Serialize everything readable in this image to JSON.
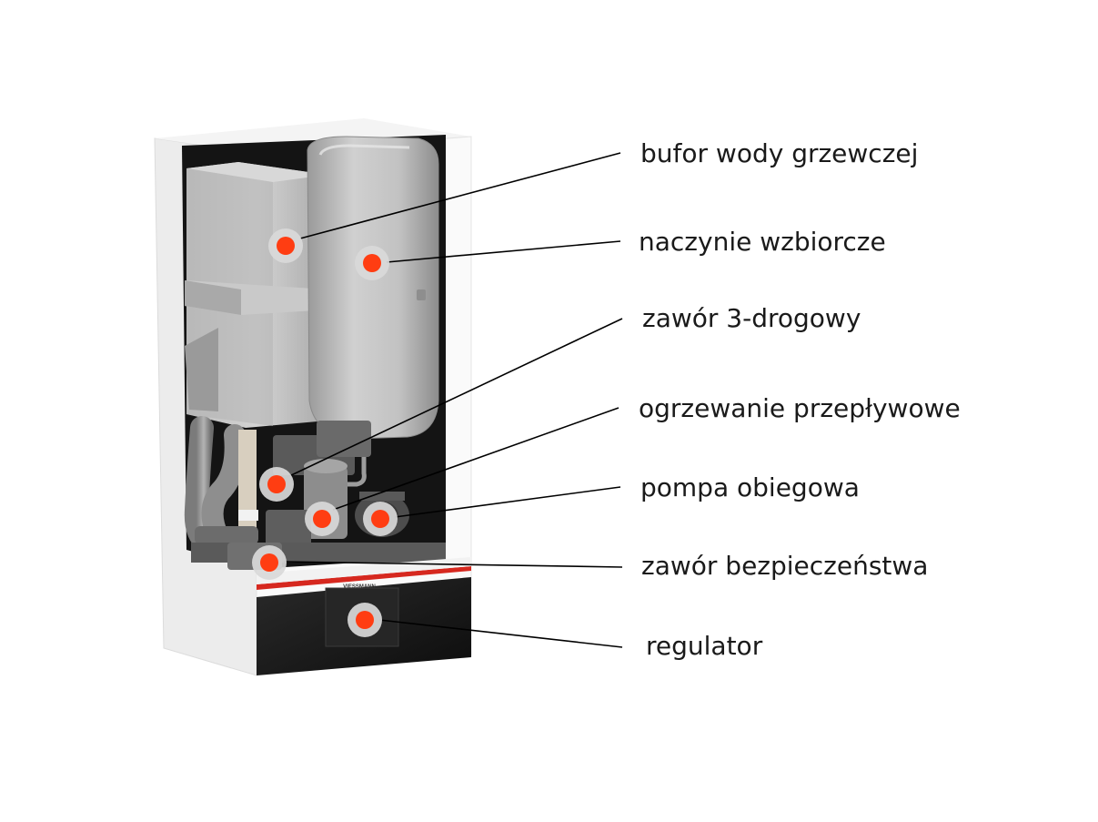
{
  "brand_logo_text": "VIESSMANN",
  "colors": {
    "marker_dot": "#ff3d12",
    "marker_ring": "#d9d9d9",
    "leader_line": "#000000",
    "casing_accent": "#d6281f"
  },
  "callouts": [
    {
      "id": "bufor",
      "label": "bufor wody grzewczej"
    },
    {
      "id": "naczynie",
      "label": "naczynie wzbiorcze"
    },
    {
      "id": "zawor3",
      "label": "zawór 3-drogowy"
    },
    {
      "id": "ogrzewanie",
      "label": "ogrzewanie przepływowe"
    },
    {
      "id": "pompa",
      "label": "pompa obiegowa"
    },
    {
      "id": "bezpieczenstwo",
      "label": "zawór bezpieczeństwa"
    },
    {
      "id": "regulator",
      "label": "regulator"
    }
  ]
}
